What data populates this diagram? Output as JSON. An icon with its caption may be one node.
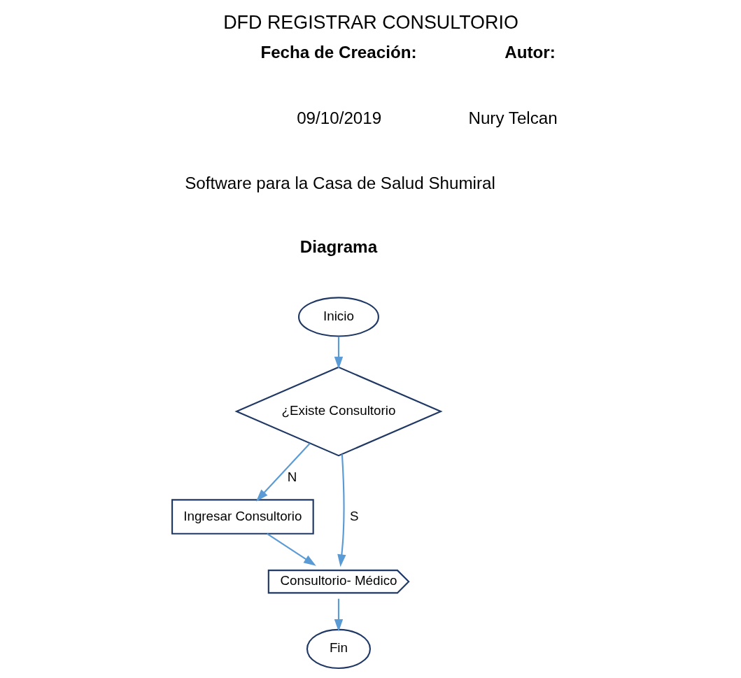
{
  "diagram": {
    "title": "DFD REGISTRAR CONSULTORIO",
    "nodes": [
      {
        "text": [
          "Inicio"
        ]
      },
      {
        "text": [
          "¿Existe Consultorio"
        ]
      },
      {
        "text": [
          "Ingresar Consultorio"
        ]
      },
      {
        "text": [
          "Consultorio- Médico"
        ]
      },
      {
        "text": [
          "Fin"
        ]
      }
    ],
    "edges": [
      {
        "from": 0,
        "to": 1,
        "arrow": "to"
      },
      {
        "from": 1,
        "to": 3,
        "arrow": "to",
        "label": "S"
      },
      {
        "from": 1,
        "to": 2,
        "arrow": "to",
        "label": "N"
      },
      {
        "from": 2,
        "to": 3,
        "arrow": "to"
      },
      {
        "from": 3,
        "to": 4,
        "arrow": "to"
      }
    ],
    "labels": [
      "Fecha de Creación:",
      "Autor:",
      "09/10/2019",
      "Nury Telcan",
      "Software para la Casa de Salud Shumiral",
      "Diagrama"
    ]
  }
}
